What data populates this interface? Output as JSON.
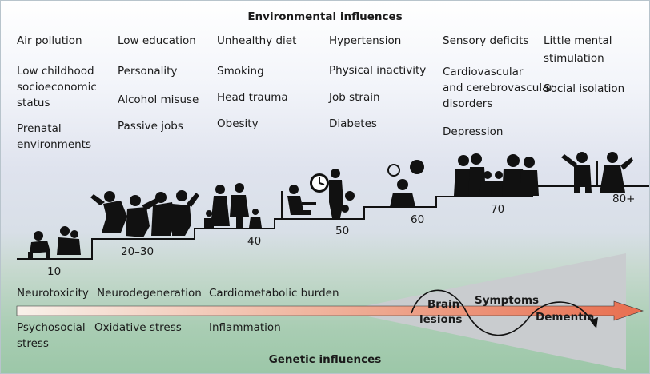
{
  "headers": {
    "environmental": "Environmental influences",
    "genetic": "Genetic influences"
  },
  "factors": {
    "col1": [
      "Air pollution",
      "Low childhood",
      "socioeconomic",
      "status",
      "Prenatal",
      "environments"
    ],
    "col2": [
      "Low education",
      "Personality",
      "Alcohol misuse",
      "Passive jobs"
    ],
    "col3": [
      "Unhealthy diet",
      "Smoking",
      "Head trauma",
      "Obesity"
    ],
    "col4": [
      "Hypertension",
      "Physical inactivity",
      "Job strain",
      "Diabetes"
    ],
    "col5": [
      "Sensory deficits",
      "Cardiovascular",
      "and cerebrovascular",
      "disorders",
      "Depression"
    ],
    "col6": [
      "Little mental",
      "stimulation",
      "Social isolation"
    ]
  },
  "ages": [
    "10",
    "20–30",
    "40",
    "50",
    "60",
    "70",
    "80+"
  ],
  "mechanisms": {
    "top": [
      "Neurotoxicity",
      "Neurodegeneration",
      "Cardiometabolic burden"
    ],
    "bottom": [
      "Psychosocial",
      "stress",
      "Oxidative stress",
      "Inflammation"
    ]
  },
  "progression": {
    "brain": "Brain",
    "lesions": "lesions",
    "symptoms": "Symptoms",
    "dementia": "Dementia"
  },
  "colors": {
    "arrow_start": "#f6efe7",
    "arrow_end": "#e86e4f",
    "wedge": "#c9cccf",
    "stairs": "#111111"
  }
}
